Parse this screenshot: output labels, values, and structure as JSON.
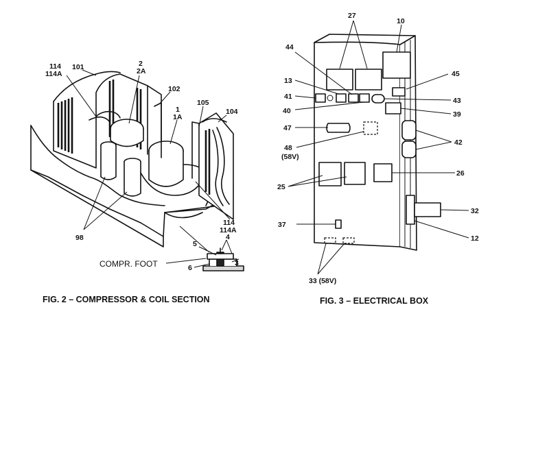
{
  "fig2": {
    "caption": "FIG. 2 – COMPRESSOR & COIL SECTION",
    "compr_foot": "COMPR. FOOT",
    "labels": {
      "l114": "114",
      "l114A": "114A",
      "l101": "101",
      "l2": "2",
      "l2A": "2A",
      "l102": "102",
      "l1": "1",
      "l1A": "1A",
      "l105": "105",
      "l104": "104",
      "l98": "98",
      "l114b": "114",
      "l114Ab": "114A",
      "l5": "5",
      "l4": "4",
      "l6": "6",
      "l3": "3"
    }
  },
  "fig3": {
    "caption": "FIG. 3 – ELECTRICAL BOX",
    "labels": {
      "l27": "27",
      "l10": "10",
      "l44": "44",
      "l45": "45",
      "l13": "13",
      "l41": "41",
      "l43": "43",
      "l40": "40",
      "l39": "39",
      "l47": "47",
      "l42": "42",
      "l48": "48",
      "l58v": "(58V)",
      "l25": "25",
      "l26": "26",
      "l32": "32",
      "l37": "37",
      "l12": "12",
      "l33": "33 (58V)"
    }
  }
}
